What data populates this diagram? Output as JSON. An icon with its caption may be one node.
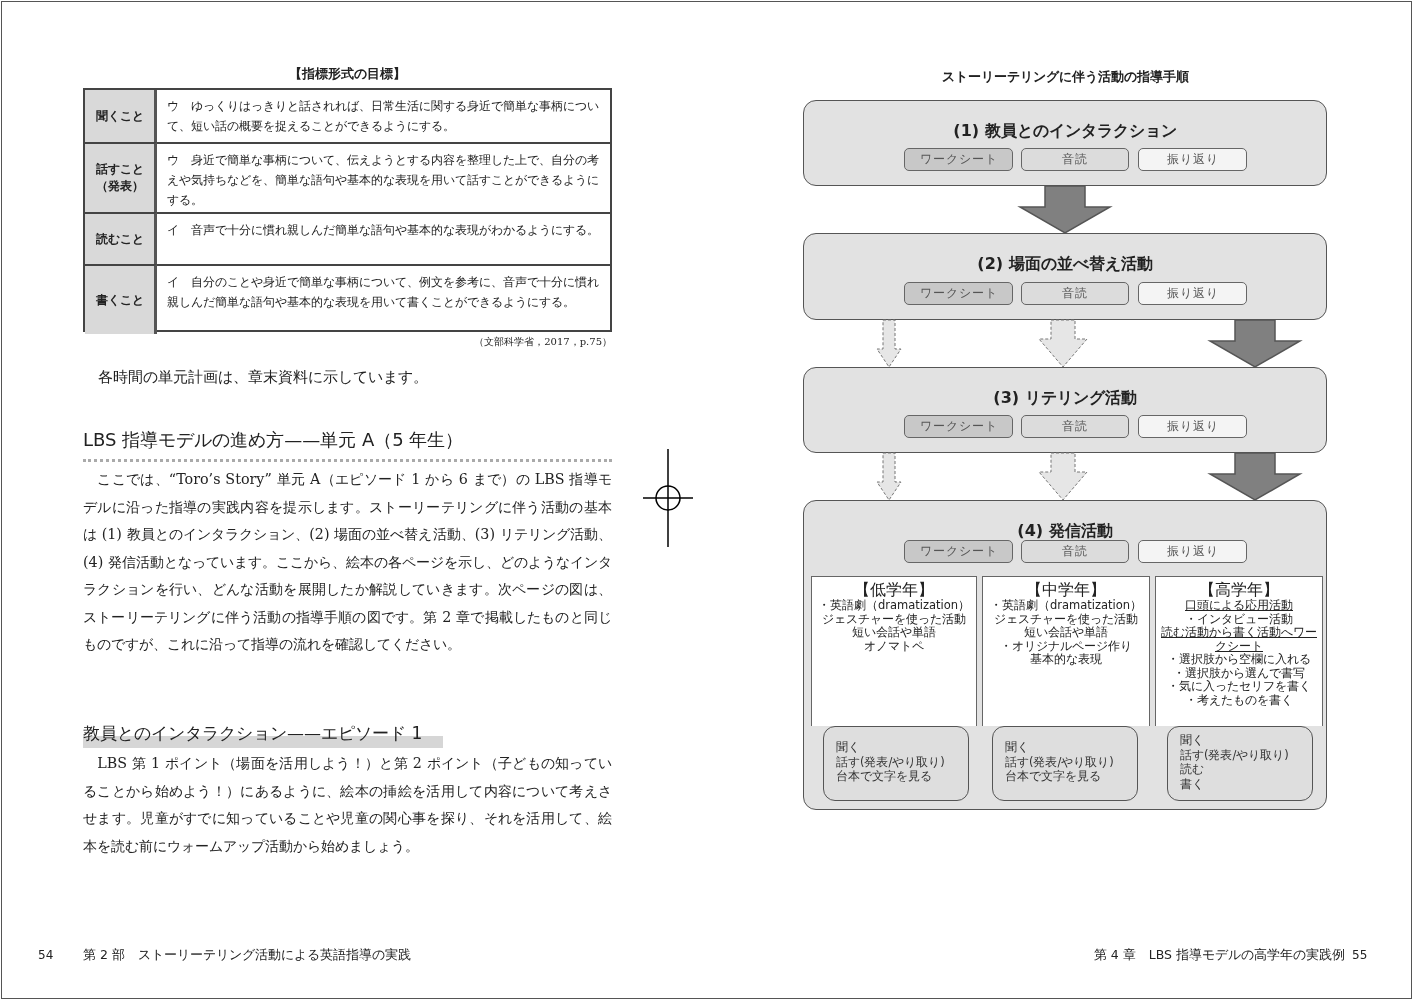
{
  "diagram": {
    "title": "ストーリーテリングに伴う活動の指導手順",
    "nodes": [
      {
        "text": [
          "(1) 教員とのインタラクション"
        ]
      },
      {
        "text": [
          "ワークシート"
        ],
        "in": 0
      },
      {
        "text": [
          "音読"
        ],
        "in": 0
      },
      {
        "text": [
          "振り返り"
        ],
        "in": 0
      },
      {
        "text": [
          "(2) 場面の並べ替え活動"
        ]
      },
      {
        "text": [
          "ワークシート"
        ],
        "in": 4
      },
      {
        "text": [
          "音読"
        ],
        "in": 4
      },
      {
        "text": [
          "振り返り"
        ],
        "in": 4
      },
      {
        "text": [
          "(3) リテリング活動"
        ]
      },
      {
        "text": [
          "ワークシート"
        ],
        "in": 8
      },
      {
        "text": [
          "音読"
        ],
        "in": 8
      },
      {
        "text": [
          "振り返り"
        ],
        "in": 8
      },
      {
        "text": [
          "(4) 発信活動"
        ]
      },
      {
        "text": [
          "ワークシート"
        ],
        "in": 12
      },
      {
        "text": [
          "音読"
        ],
        "in": 12
      },
      {
        "text": [
          "振り返り"
        ],
        "in": 12
      },
      {
        "text": [
          "【低学年】",
          "・英語劇（dramatization）",
          "ジェスチャーを使った活動",
          "短い会話や単語",
          "オノマトペ"
        ],
        "in": 12
      },
      {
        "text": [
          "聞く",
          "話す(発表/やり取り)",
          "台本で文字を見る"
        ],
        "in": 12
      },
      {
        "text": [
          "【中学年】",
          "・英語劇（dramatization）",
          "ジェスチャーを使った活動",
          "短い会話や単語",
          "・オリジナルページ作り",
          "基本的な表現"
        ],
        "in": 12
      },
      {
        "text": [
          "聞く",
          "話す(発表/やり取り)",
          "台本で文字を見る"
        ],
        "in": 12
      },
      {
        "text": [
          "【高学年】",
          "口頭による応用活動",
          "・インタビュー活動",
          "読む活動から書く活動へワークシート",
          "・選択肢から空欄に入れる",
          "・選択肢から選んで書写",
          "・気に入ったセリフを書く",
          "・考えたものを書く"
        ],
        "in": 12
      },
      {
        "text": [
          "聞く",
          "話す(発表/やり取り)",
          "読む",
          "書く"
        ],
        "in": 12
      }
    ],
    "edges": [
      {
        "from": 0,
        "to": 4,
        "arrow": "to",
        "style": "thick",
        "color": "#808080"
      },
      {
        "from": 4,
        "to": 8,
        "arrow": "to",
        "style": "dashed"
      },
      {
        "from": 4,
        "to": 8,
        "arrow": "to",
        "style": "dashed"
      },
      {
        "from": 4,
        "to": 8,
        "arrow": "to",
        "style": "thick",
        "color": "#808080"
      },
      {
        "from": 8,
        "to": 12,
        "arrow": "to",
        "style": "dashed"
      },
      {
        "from": 8,
        "to": 12,
        "arrow": "to",
        "style": "dashed"
      },
      {
        "from": 8,
        "to": 12,
        "arrow": "to",
        "style": "thick",
        "color": "#808080"
      }
    ],
    "labels": [
      "【指標形式の目標】",
      "聞くこと",
      "ウ　ゆっくりはっきりと話されれば、日常生活に関する身近で簡単な事柄について、短い話の概要を捉えることができるようにする。",
      "話すこと（発表）",
      "ウ　身近で簡単な事柄について、伝えようとする内容を整理した上で、自分の考えや気持ちなどを、簡単な語句や基本的な表現を用いて話すことができるようにする。",
      "読むこと",
      "イ　音声で十分に慣れ親しんだ簡単な語句や基本的な表現がわかるようにする。",
      "書くこと",
      "イ　自分のことや身近で簡単な事柄について、例文を参考に、音声で十分に慣れ親しんだ簡単な語句や基本的な表現を用いて書くことができるようにする。",
      "（文部科学省，2017，p.75）",
      "各時間の単元計画は、章末資料に示しています。",
      "LBS 指導モデルの進め方——単元 A（5 年生）",
      "ここでは、“Toro’s Story” 単元 A（エピソード 1 から 6 まで）の LBS 指導モデルに沿った指導の実践内容を提示します。ストーリーテリングに伴う活動の基本は (1) 教員とのインタラクション、(2) 場面の並べ替え活動、(3) リテリング活動、(4) 発信活動となっています。ここから、絵本の各ページを示し、どのようなインタラクションを行い、どんな活動を展開したか解説していきます。次ページの図は、ストーリーテリングに伴う活動の指導手順の図です。第 2 章で掲載したものと同じものですが、これに沿って指導の流れを確認してください。",
      "教員とのインタラクション——エピソード 1",
      "LBS 第 1 ポイント（場面を活用しよう！）と第 2 ポイント（子どもの知っていることから始めよう！）にあるように、絵本の挿絵を活用して内容について考えさせます。児童がすでに知っていることや児童の関心事を探り、それを活用して、絵本を読む前にウォームアップ活動から始めましょう。",
      "54",
      "第 2 部　ストーリーテリング活動による英語指導の実践",
      "第 4 章　LBS 指導モデルの高学年の実践例",
      "55"
    ]
  }
}
